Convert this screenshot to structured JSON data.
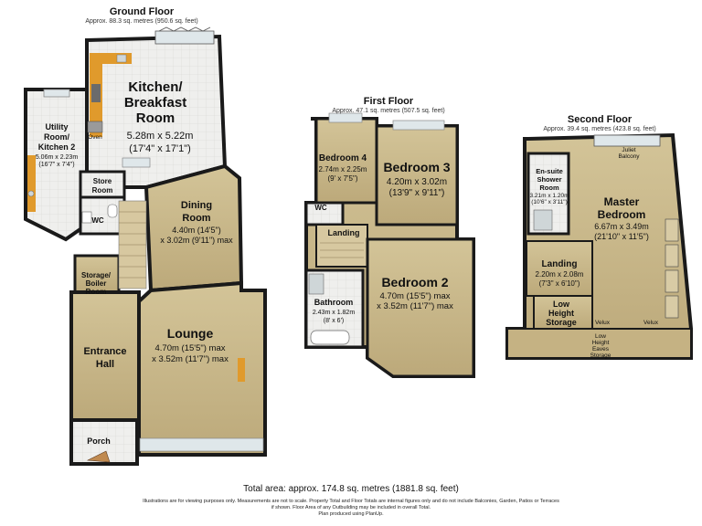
{
  "floors": {
    "ground": {
      "title": "Ground Floor",
      "area": "Approx. 88.3 sq. metres (950.6 sq. feet)"
    },
    "first": {
      "title": "First Floor",
      "area": "Approx. 47.1 sq. metres (507.5 sq. feet)"
    },
    "second": {
      "title": "Second Floor",
      "area": "Approx. 39.4 sq. metres (423.8 sq. feet)"
    }
  },
  "rooms": {
    "kitchen": {
      "name1": "Kitchen/",
      "name2": "Breakfast",
      "name3": "Room",
      "dim1": "5.28m x 5.22m",
      "dim2": "(17'4\" x 17'1\")"
    },
    "utility": {
      "name1": "Utility",
      "name2": "Room/",
      "name3": "Kitchen 2",
      "dim1": "5.06m x 2.23m",
      "dim2": "(16'7\" x 7'4\")"
    },
    "oven": {
      "name": "Oven"
    },
    "store": {
      "name1": "Store",
      "name2": "Room"
    },
    "wc_ground": {
      "name": "WC"
    },
    "dining": {
      "name1": "Dining",
      "name2": "Room",
      "dim1": "4.40m (14'5\")",
      "dim2": "x 3.02m (9'11\") max"
    },
    "storage_boiler": {
      "name1": "Storage/",
      "name2": "Boiler",
      "name3": "Room"
    },
    "lounge": {
      "name": "Lounge",
      "dim1": "4.70m (15'5\") max",
      "dim2": "x 3.52m (11'7\") max"
    },
    "entrance": {
      "name1": "Entrance",
      "name2": "Hall"
    },
    "porch": {
      "name": "Porch"
    },
    "bedroom4": {
      "name": "Bedroom 4",
      "dim1": "2.74m x 2.25m",
      "dim2": "(9' x 7'5\")"
    },
    "bedroom3": {
      "name": "Bedroom 3",
      "dim1": "4.20m x 3.02m",
      "dim2": "(13'9\" x 9'11\")"
    },
    "wc_first": {
      "name": "WC"
    },
    "landing_first": {
      "name": "Landing"
    },
    "bedroom2": {
      "name": "Bedroom 2",
      "dim1": "4.70m (15'5\") max",
      "dim2": "x 3.52m (11'7\") max"
    },
    "bathroom": {
      "name": "Bathroom",
      "dim1": "2.43m x 1.82m",
      "dim2": "(8' x 6')"
    },
    "juliet": {
      "name1": "Juliet",
      "name2": "Balcony"
    },
    "ensuite": {
      "name1": "En-suite",
      "name2": "Shower",
      "name3": "Room",
      "dim1": "3.21m x 1.20m",
      "dim2": "(10'6\" x 3'11\")"
    },
    "master": {
      "name1": "Master",
      "name2": "Bedroom",
      "dim1": "6.67m x 3.49m",
      "dim2": "(21'10\" x 11'5\")"
    },
    "landing_second": {
      "name": "Landing",
      "dim1": "2.20m x 2.08m",
      "dim2": "(7'3\" x 6'10\")"
    },
    "low_storage": {
      "name1": "Low",
      "name2": "Height",
      "name3": "Storage"
    },
    "velux1": {
      "name": "Velux"
    },
    "velux2": {
      "name": "Velux"
    },
    "eaves": {
      "name1": "Low",
      "name2": "Height",
      "name3": "Eaves",
      "name4": "Storage"
    }
  },
  "footer": {
    "total": "Total area: approx. 174.8 sq. metres (1881.8 sq. feet)",
    "note1": "Illustrations are for viewing purposes only. Measurements are not to scale. Property Total and Floor Totals are internal figures only and do not include Balconies, Garden, Patios or Terraces",
    "note2": "if shown. Floor Area of any Outbuilding may be included in overall Total.",
    "note3": "Plan produced using PlanUp."
  },
  "colors": {
    "wall": "#1a1a1a",
    "carpet": "#c9b98a",
    "carpet_dark": "#b8a676",
    "tile": "#ececea",
    "worktop": "#e09a2c",
    "window": "#dfe7ea"
  }
}
